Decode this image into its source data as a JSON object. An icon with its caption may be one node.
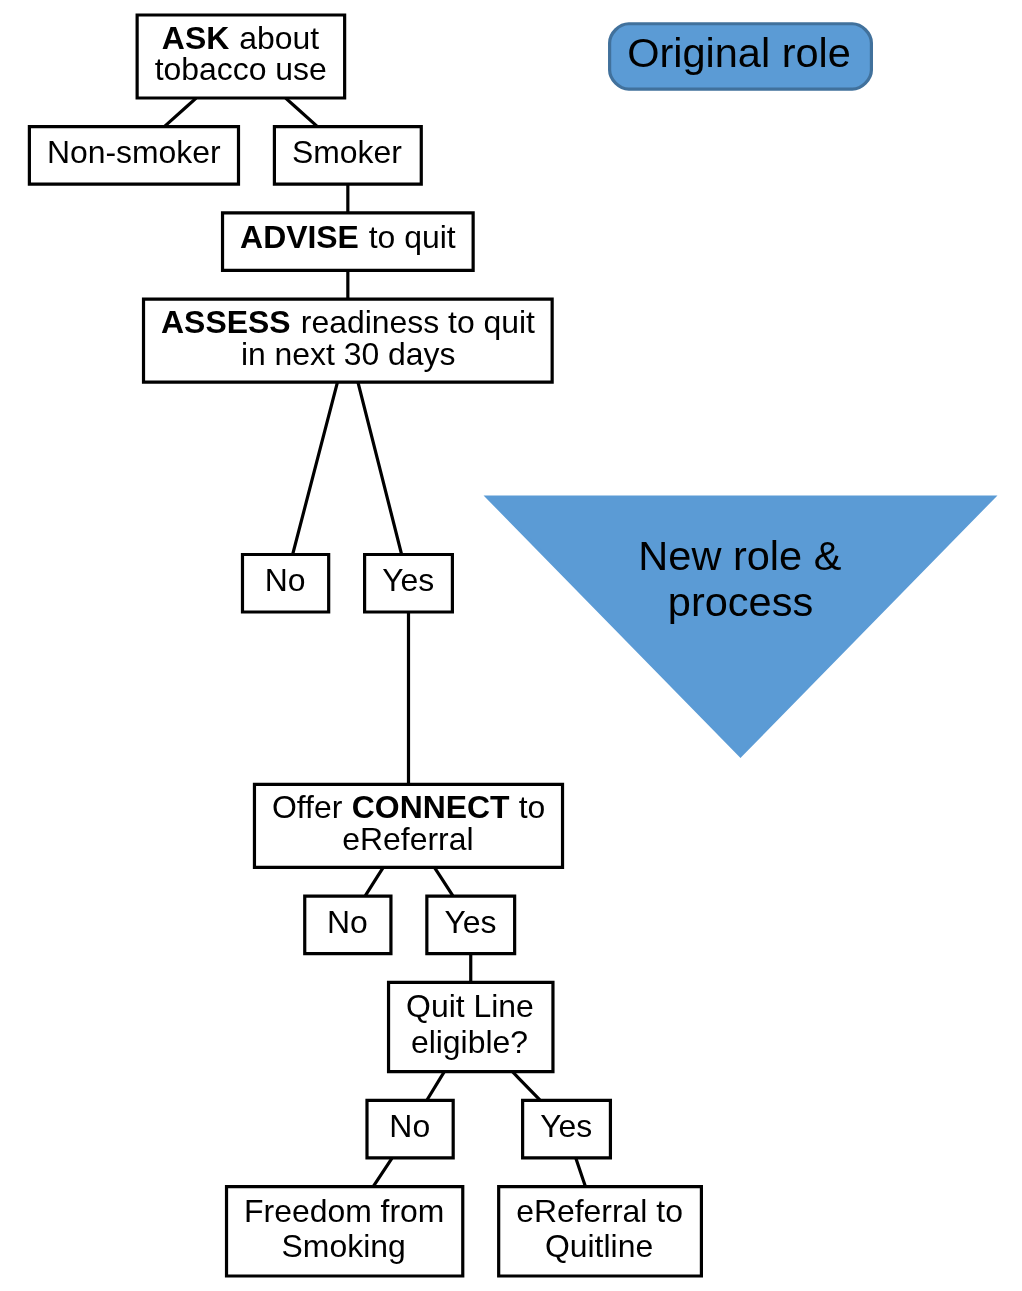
{
  "diagram": {
    "nodes": [
      {
        "text": [
          "**ASK** about tobacco use"
        ]
      },
      {
        "text": [
          "Non-smoker"
        ]
      },
      {
        "text": [
          "Smoker"
        ]
      },
      {
        "text": [
          "**ADVISE** to quit"
        ]
      },
      {
        "text": [
          "**ASSESS** readiness to quit in next 30 days"
        ]
      },
      {
        "text": [
          "No"
        ]
      },
      {
        "text": [
          "Yes"
        ]
      },
      {
        "text": [
          "Offer **CONNECT** to eReferral"
        ]
      },
      {
        "text": [
          "No"
        ]
      },
      {
        "text": [
          "Yes"
        ]
      },
      {
        "text": [
          "Quit Line eligible?"
        ]
      },
      {
        "text": [
          "No"
        ]
      },
      {
        "text": [
          "Yes"
        ]
      },
      {
        "text": [
          "Freedom from Smoking"
        ]
      },
      {
        "text": [
          "eReferral to Quitline"
        ]
      },
      {
        "text": [
          "Original role"
        ]
      },
      {
        "text": [
          "New role & process"
        ]
      }
    ],
    "edges": [
      {
        "from": 0,
        "to": 1,
        "arrow": "none"
      },
      {
        "from": 0,
        "to": 2,
        "arrow": "none"
      },
      {
        "from": 2,
        "to": 3,
        "arrow": "none"
      },
      {
        "from": 3,
        "to": 4,
        "arrow": "none"
      },
      {
        "from": 4,
        "to": 5,
        "arrow": "none"
      },
      {
        "from": 4,
        "to": 6,
        "arrow": "none"
      },
      {
        "from": 6,
        "to": 7,
        "arrow": "none"
      },
      {
        "from": 7,
        "to": 8,
        "arrow": "none"
      },
      {
        "from": 7,
        "to": 9,
        "arrow": "none"
      },
      {
        "from": 9,
        "to": 10,
        "arrow": "none"
      },
      {
        "from": 10,
        "to": 11,
        "arrow": "none"
      },
      {
        "from": 10,
        "to": 12,
        "arrow": "none"
      },
      {
        "from": 11,
        "to": 13,
        "arrow": "none"
      },
      {
        "from": 12,
        "to": 14,
        "arrow": "none"
      }
    ]
  }
}
